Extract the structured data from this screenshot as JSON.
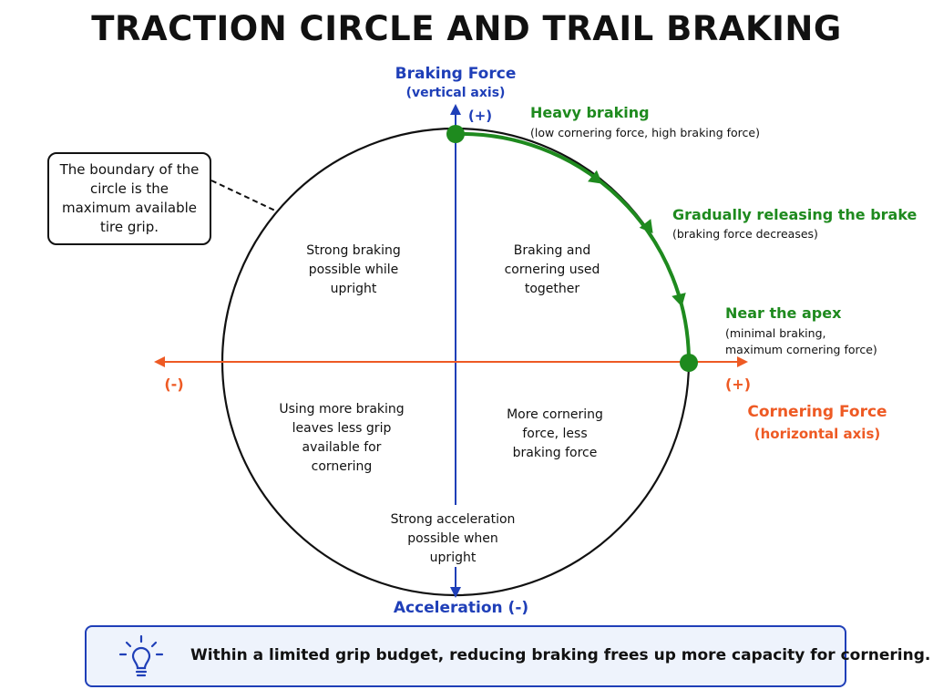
{
  "title": "TRACTION CIRCLE AND TRAIL BRAKING",
  "axes": {
    "vertical": {
      "name": "Braking Force",
      "sub": "(vertical axis)",
      "positive": "(+)",
      "bottom": "Acceleration (-)"
    },
    "horizontal": {
      "name": "Cornering Force",
      "sub": "(horizontal axis)",
      "positive": "(+)",
      "negative": "(-)"
    }
  },
  "callout": "The boundary of the circle is the maximum available tire grip.",
  "quadrants": {
    "top_left": [
      "Strong braking",
      "possible while",
      "upright"
    ],
    "top_right": [
      "Braking and",
      "cornering used",
      "together"
    ],
    "bottom_left": [
      "Using more braking",
      "leaves less grip",
      "available for",
      "cornering"
    ],
    "bottom_right": [
      "More cornering",
      "force, less",
      "braking force"
    ],
    "bottom_center": [
      "Strong acceleration",
      "possible when",
      "upright"
    ]
  },
  "phases": [
    {
      "title": "Heavy braking",
      "desc": [
        "(low cornering force, high braking force)"
      ]
    },
    {
      "title": "Gradually releasing the brake",
      "desc": [
        "(braking force decreases)"
      ]
    },
    {
      "title": "Near the apex",
      "desc": [
        "(minimal braking,",
        "maximum cornering force)"
      ]
    }
  ],
  "summary": "Within a limited grip budget, reducing braking frees up more capacity for cornering.",
  "colors": {
    "blue": "#1f3fb8",
    "orange": "#ee5a24",
    "green": "#1e8a1e",
    "black": "#111111"
  },
  "icons": [
    "lightbulb-icon"
  ]
}
